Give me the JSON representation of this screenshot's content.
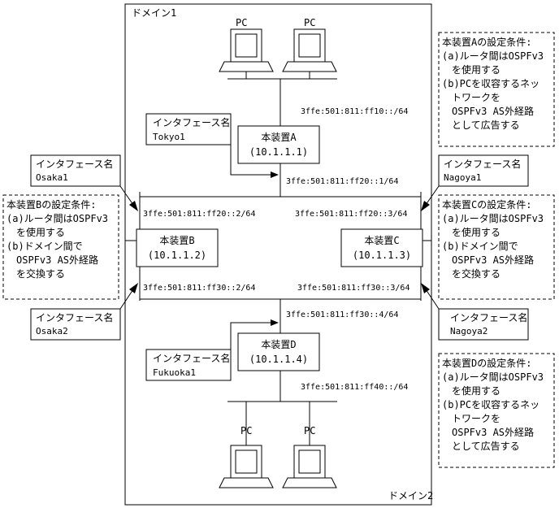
{
  "domains": {
    "domain1": "ドメイン1",
    "domain2": "ドメイン2"
  },
  "pc_label": "PC",
  "devices": {
    "A": {
      "name": "本装置A",
      "ip": "(10.1.1.1)"
    },
    "B": {
      "name": "本装置B",
      "ip": "(10.1.1.2)"
    },
    "C": {
      "name": "本装置C",
      "ip": "(10.1.1.3)"
    },
    "D": {
      "name": "本装置D",
      "ip": "(10.1.1.4)"
    }
  },
  "interfaces": {
    "tokyo1": {
      "title": "インタフェース名",
      "name": "Tokyo1"
    },
    "osaka1": {
      "title": "インタフェース名",
      "name": "Osaka1"
    },
    "nagoya1": {
      "title": "インタフェース名",
      "name": "Nagoya1"
    },
    "osaka2": {
      "title": "インタフェース名",
      "name": "Osaka2"
    },
    "nagoya2": {
      "title": "インタフェース名",
      "name": "Nagoya2"
    },
    "fukuoka1": {
      "title": "インタフェース名",
      "name": "Fukuoka1"
    }
  },
  "addresses": {
    "ff10": "3ffe:501:811:ff10::/64",
    "ff20_1": "3ffe:501:811:ff20::1/64",
    "ff20_2": "3ffe:501:811:ff20::2/64",
    "ff20_3": "3ffe:501:811:ff20::3/64",
    "ff30_2": "3ffe:501:811:ff30::2/64",
    "ff30_3": "3ffe:501:811:ff30::3/64",
    "ff30_4": "3ffe:501:811:ff30::4/64",
    "ff40": "3ffe:501:811:ff40::/64"
  },
  "conditions": {
    "A": [
      "本装置Aの設定条件:",
      "(a)ルータ間はOSPFv3",
      "　を使用する",
      "(b)PCを収容するネッ",
      "　トワークを",
      "　OSPFv3 AS外経路",
      "　として広告する"
    ],
    "B": [
      "本装置Bの設定条件:",
      "(a)ルータ間はOSPFv3",
      "　を使用する",
      "(b)ドメイン間で",
      "　OSPFv3 AS外経路",
      "　を交換する"
    ],
    "C": [
      "本装置Cの設定条件:",
      "(a)ルータ間はOSPFv3",
      "　を使用する",
      "(b)ドメイン間で",
      "　OSPFv3 AS外経路",
      "　を交換する"
    ],
    "D": [
      "本装置Dの設定条件:",
      "(a)ルータ間はOSPFv3",
      "　を使用する",
      "(b)PCを収容するネッ",
      "　トワークを",
      "　OSPFv3 AS外経路",
      "　として広告する"
    ]
  }
}
